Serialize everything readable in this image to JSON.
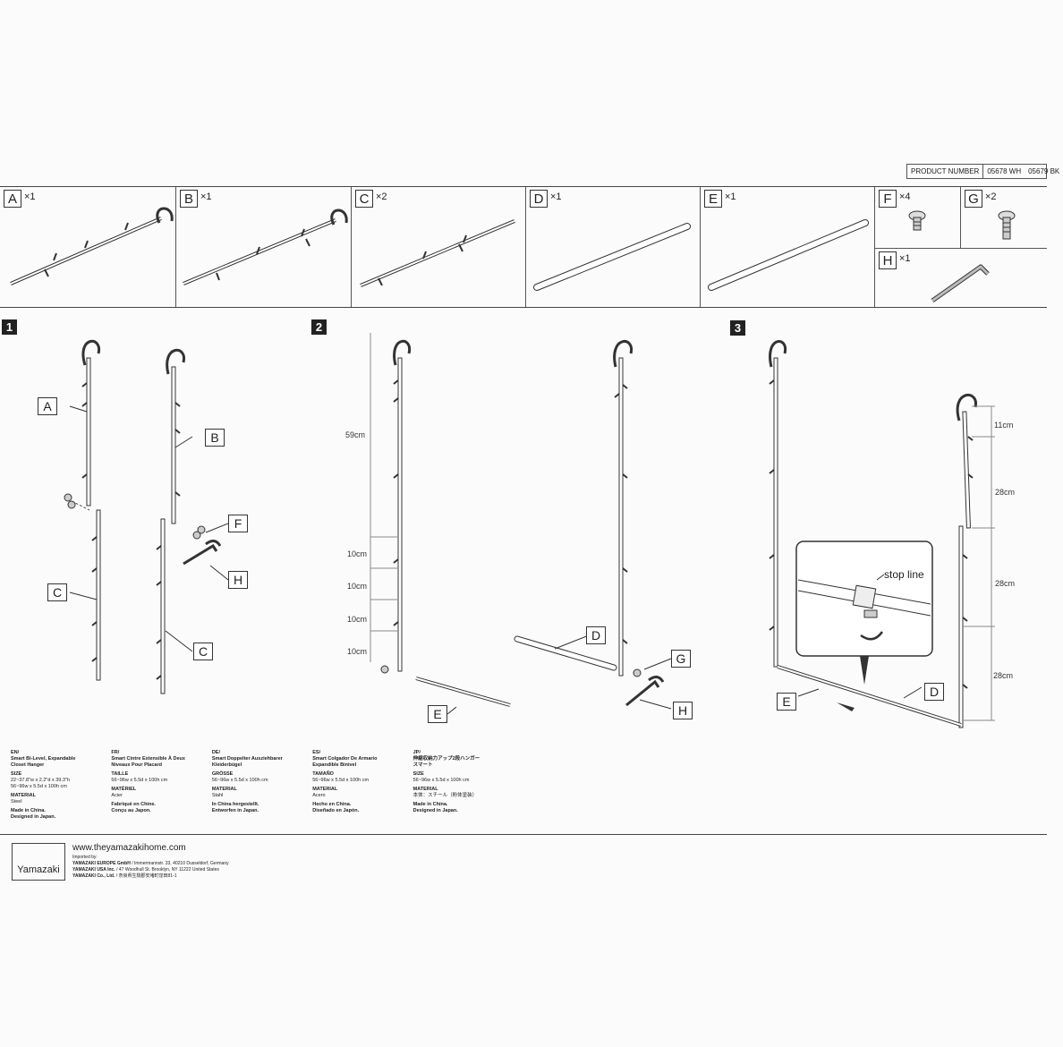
{
  "product_number": {
    "label": "PRODUCT NUMBER",
    "wh": "05678 WH",
    "bk": "05679 BK"
  },
  "parts": [
    {
      "letter": "A",
      "qty": "×1"
    },
    {
      "letter": "B",
      "qty": "×1"
    },
    {
      "letter": "C",
      "qty": "×2"
    },
    {
      "letter": "D",
      "qty": "×1"
    },
    {
      "letter": "E",
      "qty": "×1"
    },
    {
      "letter": "F",
      "qty": "×4"
    },
    {
      "letter": "G",
      "qty": "×2"
    },
    {
      "letter": "H",
      "qty": "×1"
    }
  ],
  "steps": [
    "1",
    "2",
    "3"
  ],
  "step2_dims": {
    "top": "59cm",
    "d1": "10cm",
    "d2": "10cm",
    "d3": "10cm",
    "d4": "10cm"
  },
  "step3_dims": {
    "d1": "11cm",
    "d2": "28cm",
    "d3": "28cm",
    "d4": "28cm"
  },
  "stop_line": "stop line",
  "specs": [
    {
      "lang": "EN/",
      "name1": "Smart Bi-Level, Expandable",
      "name2": "Closet Hanger",
      "size_h": "SIZE",
      "size1": "22~37.8\"w x 2.2\"d x 39.3\"h",
      "size2": "56~96w x 5.5d x 100h cm",
      "mat_h": "MATERIAL",
      "mat": "Steel",
      "made1": "Made in China.",
      "made2": "Designed in Japan."
    },
    {
      "lang": "FR/",
      "name1": "Smart Cintre Extensible À Deux",
      "name2": "Niveaux Pour Placard",
      "size_h": "TAILLE",
      "size1": "56~96w x 5.5d x 100h cm",
      "size2": "",
      "mat_h": "MATÉRIEL",
      "mat": "Acier",
      "made1": "Fabriqué en Chine.",
      "made2": "Conçu au Japon."
    },
    {
      "lang": "DE/",
      "name1": "Smart Doppelter Ausziehbarer",
      "name2": "Kleiderbügel",
      "size_h": "GRÖSSE",
      "size1": "56~96w x 5.5d x 100h cm",
      "size2": "",
      "mat_h": "MATERIAL",
      "mat": "Stahl",
      "made1": "In China hergestellt.",
      "made2": "Entworfen in Japan."
    },
    {
      "lang": "ES/",
      "name1": "Smart Colgador De Armario",
      "name2": "Expandible Binivel",
      "size_h": "TAMAÑO",
      "size1": "56~96w x 5.5d x 100h cm",
      "size2": "",
      "mat_h": "MATERIAL",
      "mat": "Acero",
      "made1": "Hecho en China.",
      "made2": "Diseñado en Japón."
    },
    {
      "lang": "JP/",
      "name1": "伸縮収納力アップ2段ハンガー",
      "name2": "スマート",
      "size_h": "SIZE",
      "size1": "56~96w x 5.5d x 100h cm",
      "size2": "",
      "mat_h": "MATERIAL",
      "mat": "本体：スチール（粉体塗装）",
      "made1": "Made in China.",
      "made2": "Designed in Japan."
    }
  ],
  "footer": {
    "brand": "Yamazaki",
    "url": "www.theyamazakihome.com",
    "imported_by": "Imported by:",
    "eu_name": "YAMAZAKI EUROPE GmbH",
    "eu_addr": "/ Immermannstr. 33, 40210 Dusseldorf, Germany",
    "us_name": "YAMAZAKI USA Inc.",
    "us_addr": "/ 47 Woodhull St. Brooklyn, NY 11222 United States",
    "jp_name": "YAMAZAKI Co., Ltd.",
    "jp_addr": "/ 奈良県生駒郡安堵町窪田81-1"
  }
}
